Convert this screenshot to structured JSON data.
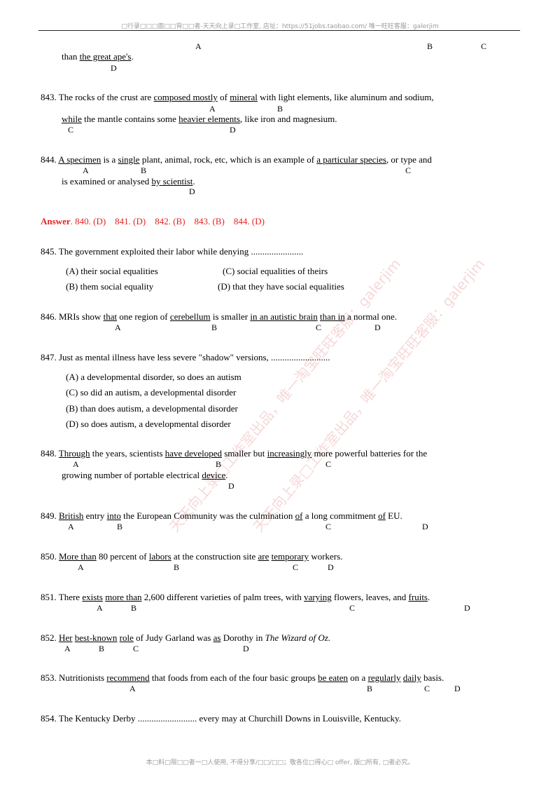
{
  "header": {
    "text": "□行录□□□面□□背□□者-天天向上录□工作室, 店址：https://51jobs.taobao.com/ 唯一旺旺客服：galerjim"
  },
  "footer": {
    "text": "本□料□限□□者一□人使用, 不得分享/□□/□□；敬各位□得心□ offer, 版□所有, □者必究。"
  },
  "watermark": {
    "lines": [
      "天天向上录□工作室出品，唯一淘宝旺旺客服：galerjim",
      "天天向上录□工作室出品，唯一淘宝旺旺客服：galerjim"
    ]
  },
  "q842": {
    "tail_text": "than the great ape's.",
    "letters": [
      "A",
      "B",
      "C",
      "D"
    ]
  },
  "q843": {
    "line1": [
      "843. The rocks of the crust are ",
      "composed mostly",
      " of ",
      "mineral",
      " with light elements, like aluminum and sodium,"
    ],
    "line2": [
      "while",
      " the mantle contains some ",
      "heavier elements",
      ", like iron and magnesium."
    ],
    "letters": [
      "A",
      "B",
      "C",
      "D"
    ]
  },
  "q844": {
    "line1": [
      "844. ",
      "A specimen",
      " is a ",
      "single",
      " plant, animal, rock, etc, which is an example of ",
      "a particular species",
      ", or type and"
    ],
    "line2": [
      "is examined or analysed ",
      "by scientist",
      "."
    ],
    "letters": [
      "A",
      "B",
      "C",
      "D"
    ]
  },
  "answer": {
    "label": "Answer",
    "text": ". 840. (D)    841. (D)    842. (B)    843. (B)    844. (D)"
  },
  "q845": {
    "stem": "845. The government exploited their labor while denying .......................",
    "options": [
      "(A) their social equalities",
      "(C) social equalities of theirs",
      "(B) them social equality",
      "(D) that they have social equalities"
    ]
  },
  "q846": {
    "line": [
      "846. MRIs show ",
      "that",
      " one region of ",
      "cerebellum",
      " is smaller ",
      "in an autistic brain",
      " ",
      "than in",
      " a normal one."
    ],
    "letters": [
      "A",
      "B",
      "C",
      "D"
    ]
  },
  "q847": {
    "stem": "847. Just as mental illness have less severe \"shadow\" versions, ..........................",
    "options": [
      "(A) a developmental disorder, so does an autism",
      "(C) so did an autism, a developmental disorder",
      "(B) than does autism, a developmental disorder",
      "(D) so does autism, a developmental disorder"
    ]
  },
  "q848": {
    "line1": [
      "848. ",
      "Through",
      " the years, scientists ",
      "have developed",
      " smaller but ",
      "increasingly",
      " more powerful batteries for the"
    ],
    "line2": [
      "growing number of portable electrical ",
      "device",
      "."
    ],
    "letters": [
      "A",
      "B",
      "C",
      "D"
    ]
  },
  "q849": {
    "line": [
      "849. ",
      "British",
      " entry ",
      "into",
      " the European Community was the culmination ",
      "of",
      " a long commitment ",
      "of",
      " EU."
    ],
    "letters": [
      "A",
      "B",
      "C",
      "D"
    ]
  },
  "q850": {
    "line": [
      "850. ",
      "More than",
      " 80 percent of ",
      "labors",
      " at the construction site ",
      "are",
      " ",
      "temporary",
      " workers."
    ],
    "letters": [
      "A",
      "B",
      "C",
      "D"
    ]
  },
  "q851": {
    "line": [
      "851. There ",
      "exists",
      " ",
      "more than",
      " 2,600 different varieties of palm trees, with ",
      "varying",
      " flowers, leaves, and ",
      "fruits",
      "."
    ],
    "letters": [
      "A",
      "B",
      "C",
      "D"
    ]
  },
  "q852": {
    "line": [
      "852. ",
      "Her",
      " ",
      "best-known",
      " ",
      "role",
      " of Judy Garland was ",
      "as",
      " Dorothy in ",
      "The Wizard of Oz."
    ],
    "letters": [
      "A",
      "B",
      "C",
      "D"
    ]
  },
  "q853": {
    "line": [
      "853. Nutritionists ",
      "recommend",
      " that foods from each of the four basic groups ",
      "be eaten",
      " on a ",
      "regularly",
      " ",
      "daily",
      " basis."
    ],
    "letters": [
      "A",
      "B",
      "C",
      "D"
    ]
  },
  "q854": {
    "stem": "854. The Kentucky Derby .......................... every may at Churchill Downs in Louisville, Kentucky."
  }
}
